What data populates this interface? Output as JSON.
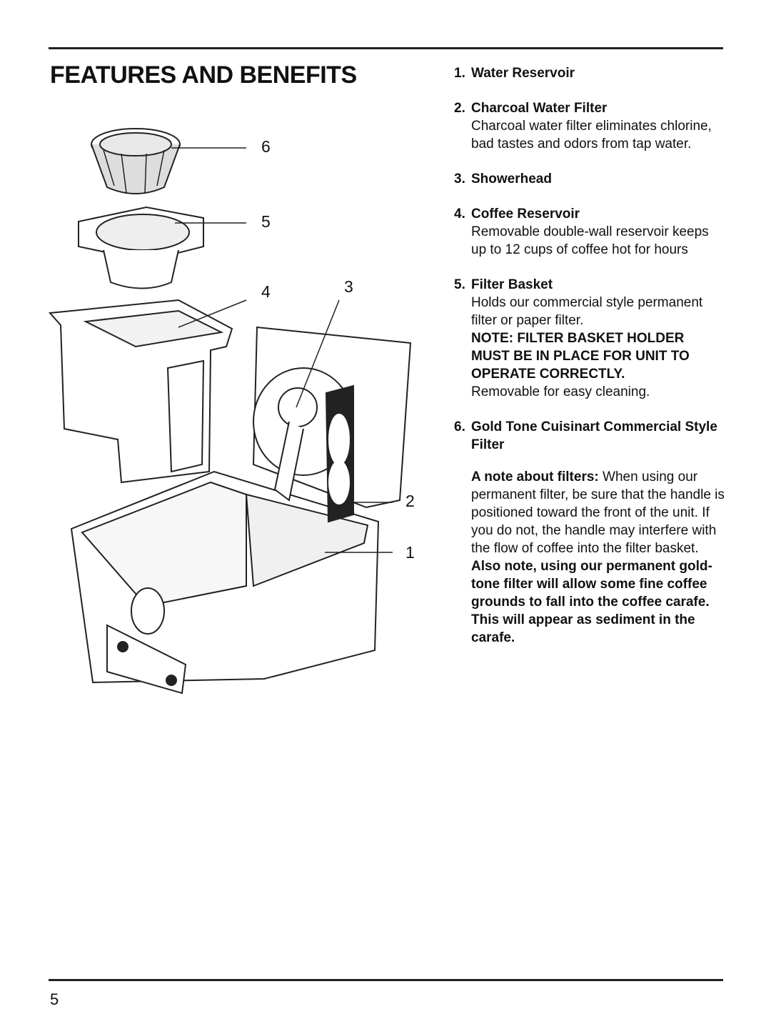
{
  "page": {
    "title": "FEATURES AND BENEFITS",
    "page_number": "5"
  },
  "callouts": [
    "1",
    "2",
    "3",
    "4",
    "5",
    "6"
  ],
  "features": [
    {
      "number": "1.",
      "heading": "Water Reservoir",
      "description": ""
    },
    {
      "number": "2.",
      "heading": "Charcoal Water Filter",
      "description": "Charcoal water filter eliminates chlorine, bad tastes and odors from tap water."
    },
    {
      "number": "3.",
      "heading": "Showerhead",
      "description": ""
    },
    {
      "number": "4.",
      "heading": "Coffee Reservoir",
      "description": "Removable double-wall reservoir keeps up to 12 cups of coffee hot for hours"
    },
    {
      "number": "5.",
      "heading": "Filter Basket",
      "description": "Holds our commercial style permanent filter or paper filter.",
      "note": "NOTE: FILTER BASKET HOLDER MUST BE IN PLACE FOR UNIT TO OPERATE CORRECTLY.",
      "after_note": "Removable for easy cleaning."
    },
    {
      "number": "6.",
      "heading": "Gold Tone Cuisinart Commercial Style Filter",
      "description": ""
    }
  ],
  "filter_note": {
    "lead": "A note about filters:",
    "text": " When using our permanent filter, be sure that the handle is positioned toward the front of the unit. If you do not, the handle may interfere with the flow of coffee into the filter basket.",
    "also": "Also note, using our permanent gold-tone filter will allow some fine coffee grounds to fall into the coffee carafe. This will appear as sediment in the carafe."
  }
}
